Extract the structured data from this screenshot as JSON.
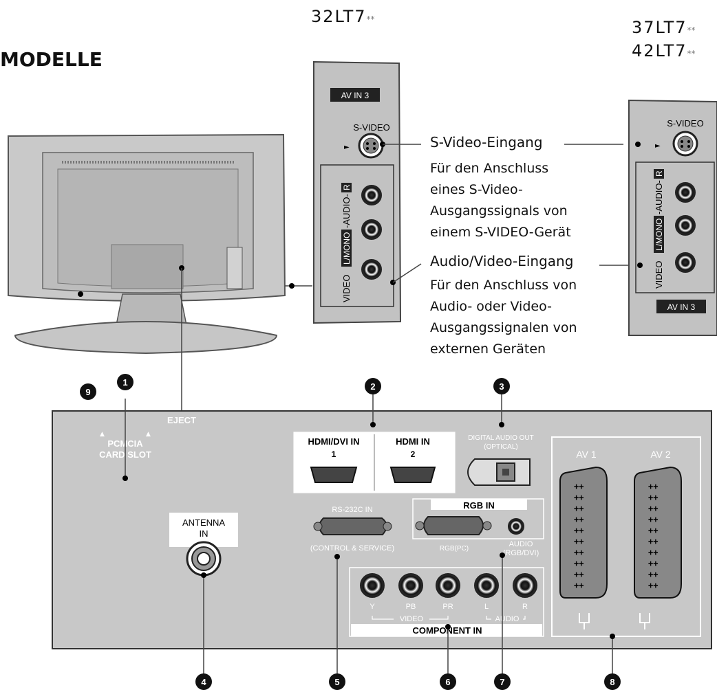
{
  "models": {
    "left": "32LT7",
    "right_top": "37LT7",
    "right_bottom": "42LT7",
    "suffix": "**"
  },
  "heading": "MODELLE",
  "side_panel": {
    "av_in3": "AV IN 3",
    "svideo": "S-VIDEO",
    "vertical_label_video": "VIDEO",
    "vertical_label_lmono": "L/MONO",
    "vertical_label_audio": "-AUDIO-",
    "vertical_label_r": "R"
  },
  "callouts": {
    "svideo_title": "S-Video-Eingang",
    "svideo_body": [
      "Für den Anschluss",
      "eines S-Video-",
      "Ausgangssignals von",
      "einem S-VIDEO-Gerät"
    ],
    "av_title": "Audio/Video-Eingang",
    "av_body": [
      "Für den Anschluss von",
      "Audio- oder Video-",
      "Ausgangssignalen von",
      "externen Geräten"
    ]
  },
  "rear_panel": {
    "eject": "EJECT",
    "pcmcia": [
      "PCMCIA",
      "CARD SLOT"
    ],
    "hdmi_dvi_in": "HDMI/DVI IN",
    "hdmi_in": "HDMI IN",
    "hdmi_1": "1",
    "hdmi_2": "2",
    "digital_audio_out": [
      "DIGITAL AUDIO OUT",
      "(OPTICAL)"
    ],
    "av1": "AV 1",
    "av2": "AV 2",
    "antenna_in": [
      "ANTENNA",
      "IN"
    ],
    "rs232c_in": "RS-232C IN",
    "control_service": "(CONTROL & SERVICE)",
    "rgb_in": "RGB IN",
    "rgb_pc": "RGB(PC)",
    "audio_rgb_dvi": [
      "AUDIO",
      "(RGB/DVI)"
    ],
    "component_labels": [
      "Y",
      "PB",
      "PR",
      "L",
      "R"
    ],
    "video": "VIDEO",
    "audio": "AUDIO",
    "component_in": "COMPONENT IN"
  },
  "markers": [
    "1",
    "2",
    "3",
    "4",
    "5",
    "6",
    "7",
    "8",
    "9"
  ]
}
